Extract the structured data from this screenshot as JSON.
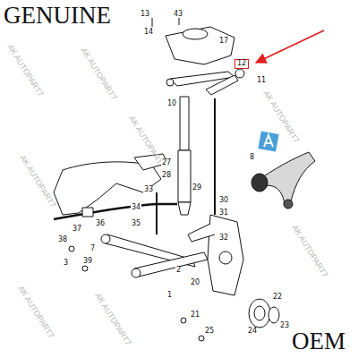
{
  "diagram": {
    "nodes": [
      {
        "text": [
          "12"
        ]
      }
    ],
    "labels": [
      "GENUINE",
      "OEM",
      "AK AUTOPART7",
      "AK AUTOPART7",
      "AK AUTOPART7",
      "AK AUTOPART7",
      "AK AUTOPART7",
      "AK AUTOPART7",
      "AK AUTOPART7",
      "AK AUTOPART7",
      "13",
      "43",
      "14",
      "17",
      "11",
      "10",
      "8",
      "27",
      "28",
      "29",
      "30",
      "31",
      "32",
      "33",
      "34",
      "35",
      "36",
      "37",
      "38",
      "39",
      "3",
      "7",
      "20",
      "21",
      "22",
      "23",
      "24",
      "25",
      "1",
      "2"
    ]
  }
}
